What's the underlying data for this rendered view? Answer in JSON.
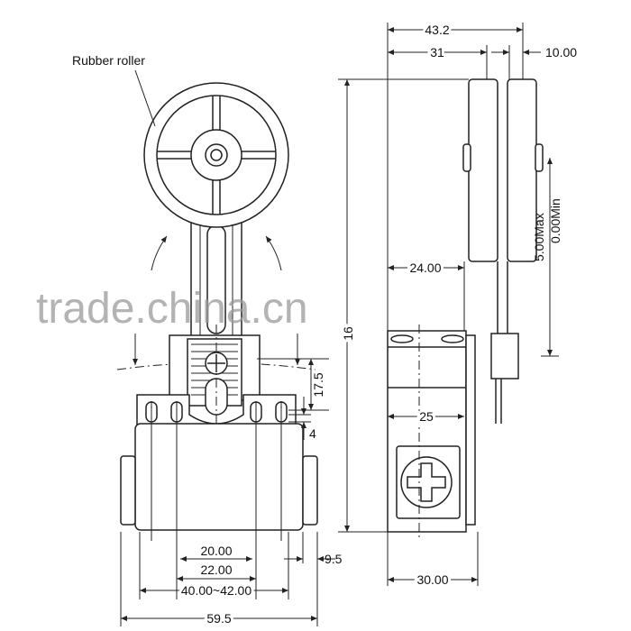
{
  "labels": {
    "rubber_roller": "Rubber roller",
    "overall_depth": "43.2",
    "roller_offset": "31",
    "roller_width": "10.00",
    "height": "16",
    "travel_max": "5.00Max",
    "travel_min": "0.00Min",
    "body_top_depth": "24.00",
    "lever_to_mount": "17.5",
    "slot_size": "4",
    "mount_depth": "25",
    "inner_hole_spacing": "20.00",
    "hole_spacing": "22.00",
    "flange_edge": "9.5",
    "mount_spacing": "40.00~42.00",
    "overall_width": "59.5",
    "body_depth": "30.00"
  },
  "watermark": "trade.china.cn"
}
